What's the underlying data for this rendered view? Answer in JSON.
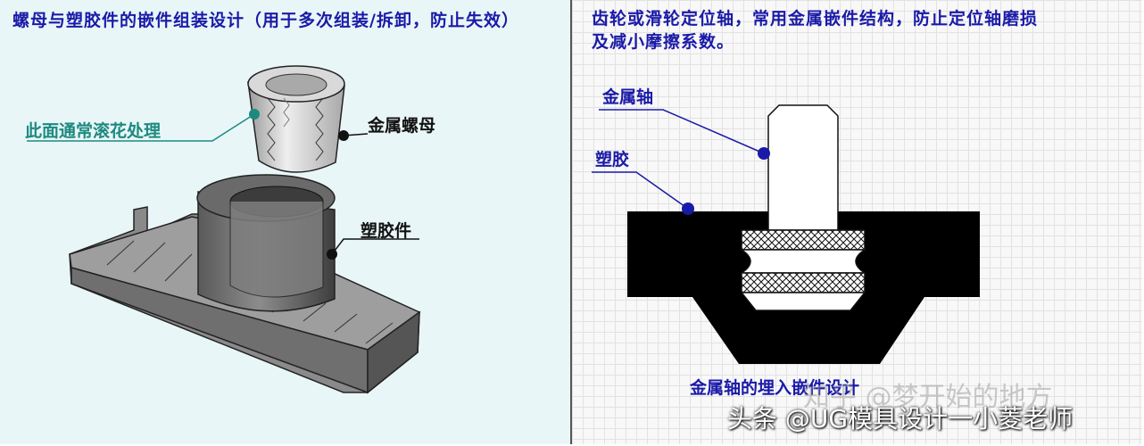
{
  "left_panel": {
    "caption": "螺母与塑胶件的嵌件组装设计（用于多次组装/拆卸，防止失效）",
    "labels": {
      "knurl_surface": "此面通常滚花处理",
      "metal_nut": "金属螺母",
      "plastic_part": "塑胶件"
    }
  },
  "right_panel": {
    "caption": "齿轮或滑轮定位轴，常用金属嵌件结构，防止定位轴磨损及减小摩擦系数。",
    "labels": {
      "metal_shaft": "金属轴",
      "plastic": "塑胶"
    },
    "footer_caption": "金属轴的埋入嵌件设计"
  },
  "watermarks": {
    "zhihu": "知乎 @梦开始的地方",
    "toutiao": "头条 @UG模具设计一小菱老师"
  },
  "colors": {
    "caption_blue": "#1a1aa8",
    "teal_accent": "#1c8a80",
    "left_bg": "#e9f6f7"
  }
}
